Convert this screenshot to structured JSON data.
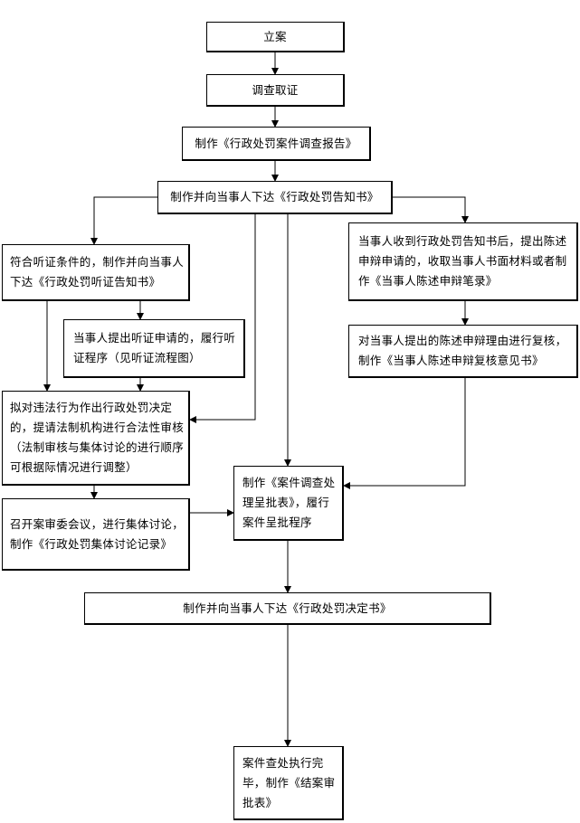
{
  "flowchart": {
    "nodes": {
      "filing": "立案",
      "investigation": "调查取证",
      "investigation_report": "制作《行政处罚案件调查报告》",
      "notice": "制作并向当事人下达《行政处罚告知书》",
      "hearing_notice": "符合听证条件的，制作并向当事人下达《行政处罚听证告知书》",
      "hearing_procedure": "当事人提出听证申请的，履行听证程序（见听证流程图）",
      "legal_review": "拟对违法行为作出行政处罚决定的，提请法制机构进行合法性审核（法制审核与集体讨论的进行顺序可根据际情况进行调整）",
      "collective_discussion": "召开案审委会议，进行集体讨论，制作《行政处罚集体讨论记录》",
      "defense_record": "当事人收到行政处罚告知书后，提出陈述申辩申请的，收取当事人书面材料或者制作《当事人陈述申辩笔录》",
      "defense_review": "对当事人提出的陈述申辩理由进行复核，制作《当事人陈述申辩复核意见书》",
      "approval_form": "制作《案件调查处理呈批表》，履行案件呈批程序",
      "decision": "制作并向当事人下达《行政处罚决定书》",
      "closing": "案件查处执行完毕，制作《结案审批表》"
    }
  }
}
